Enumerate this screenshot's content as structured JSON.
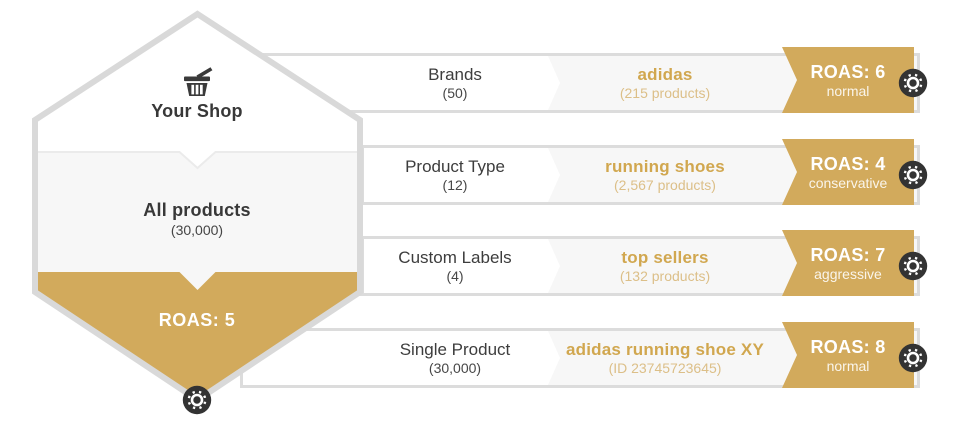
{
  "colors": {
    "gold": "#d2aa5c",
    "gold_text": "#d1a74f",
    "gold_text_light": "#dcbf88",
    "segment_gray": "#f7f7f7",
    "border_gray": "#dcdcdc",
    "dark_text": "#3d3d3d",
    "gear_badge": "#333333"
  },
  "shop": {
    "title": "Your Shop",
    "group_label": "All products",
    "group_count": "(30,000)",
    "roas": "ROAS: 5"
  },
  "rows": [
    {
      "label": "Brands",
      "count": "(50)",
      "value": "adidas",
      "value_detail": "(215 products)",
      "roas": "ROAS: 6",
      "strategy": "normal"
    },
    {
      "label": "Product Type",
      "count": "(12)",
      "value": "running shoes",
      "value_detail": "(2,567 products)",
      "roas": "ROAS: 4",
      "strategy": "conservative"
    },
    {
      "label": "Custom Labels",
      "count": "(4)",
      "value": "top sellers",
      "value_detail": "(132 products)",
      "roas": "ROAS: 7",
      "strategy": "aggressive"
    },
    {
      "label": "Single Product",
      "count": "(30,000)",
      "value": "adidas running shoe XY",
      "value_detail": "(ID 23745723645)",
      "roas": "ROAS: 8",
      "strategy": "normal"
    }
  ],
  "icons": {
    "shop": "shopping-basket",
    "settings": "gear"
  }
}
